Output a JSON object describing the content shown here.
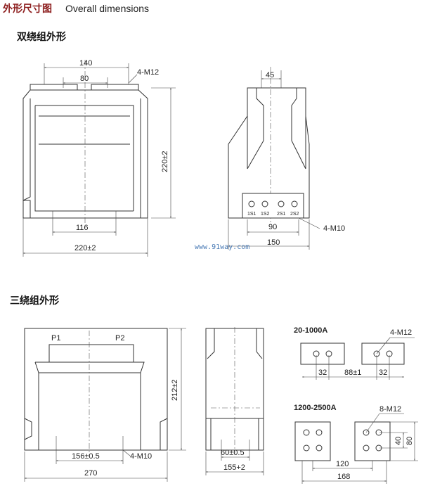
{
  "header": {
    "title_cn": "外形尺寸图",
    "title_en": "Overall dimensions",
    "title_color": "#8b1a1a"
  },
  "double_winding": {
    "title": "双绕组外形",
    "front": {
      "dim_top_outer": "140",
      "dim_top_inner": "80",
      "thread": "4-M12",
      "height": "220±2",
      "dim_bottom_inner": "116",
      "width": "220±2"
    },
    "side": {
      "dim_top": "45",
      "terminals": [
        "1S1",
        "1S2",
        "2S1",
        "2S2"
      ],
      "dim_terminal": "90",
      "dim_width": "150",
      "thread": "4-M10"
    },
    "watermark": "www.91way.com"
  },
  "triple_winding": {
    "title": "三绕组外形",
    "front": {
      "p1": "P1",
      "p2": "P2",
      "height": "212±2",
      "dim_bottom_inner": "156±0.5",
      "thread": "4-M10",
      "width": "270"
    },
    "side": {
      "dim_inner": "60±0.5",
      "dim_width": "155+2"
    },
    "terminals_small": {
      "range": "20-1000A",
      "thread": "4-M12",
      "dim_left": "32",
      "dim_gap": "88±1",
      "dim_right": "32"
    },
    "terminals_large": {
      "range": "1200-2500A",
      "thread": "8-M12",
      "dim_v_inner": "40",
      "dim_v_outer": "80",
      "dim_h_inner": "120",
      "dim_h_outer": "168"
    }
  }
}
